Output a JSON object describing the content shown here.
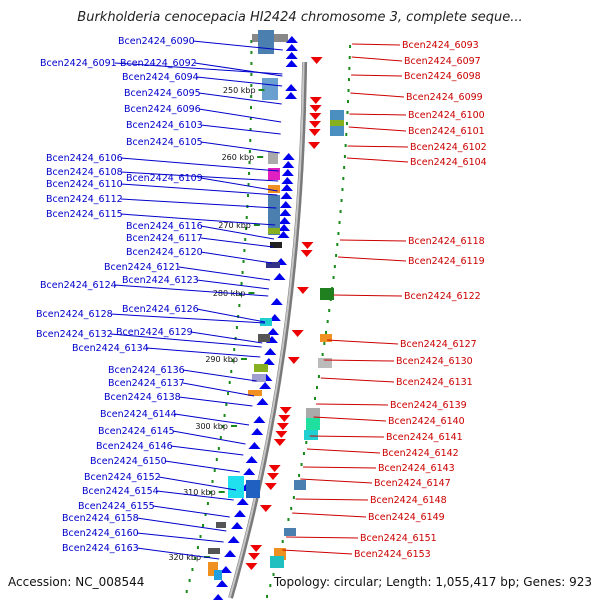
{
  "title": "Burkholderia cenocepacia HI2424 chromosome 3, complete seque...",
  "footer": {
    "accession": "Accession: NC_008544",
    "summary": "Topology: circular; Length: 1,055,417 bp; Genes: 923"
  },
  "colors": {
    "left_label": "#0000cc",
    "right_label": "#cc0000",
    "forward_arrow": "#0000ee",
    "reverse_arrow": "#ee0000"
  },
  "scale_marks": [
    "250 kbp",
    "260 kbp",
    "270 kbp",
    "280 kbp",
    "290 kbp",
    "300 kbp",
    "310 kbp",
    "320 kbp"
  ],
  "left_genes": [
    "Bcen2424_6090",
    "Bcen2424_6091",
    "Bcen2424_6092",
    "Bcen2424_6094",
    "Bcen2424_6095",
    "Bcen2424_6096",
    "Bcen2424_6103",
    "Bcen2424_6105",
    "Bcen2424_6106",
    "Bcen2424_6108",
    "Bcen2424_6110",
    "Bcen2424_6109",
    "Bcen2424_6112",
    "Bcen2424_6115",
    "Bcen2424_6116",
    "Bcen2424_6117",
    "Bcen2424_6120",
    "Bcen2424_6121",
    "Bcen2424_6123",
    "Bcen2424_6124",
    "Bcen2424_6126",
    "Bcen2424_6128",
    "Bcen2424_6129",
    "Bcen2424_6132",
    "Bcen2424_6134",
    "Bcen2424_6136",
    "Bcen2424_6137",
    "Bcen2424_6138",
    "Bcen2424_6144",
    "Bcen2424_6145",
    "Bcen2424_6146",
    "Bcen2424_6150",
    "Bcen2424_6152",
    "Bcen2424_6154",
    "Bcen2424_6155",
    "Bcen2424_6158",
    "Bcen2424_6160",
    "Bcen2424_6163"
  ],
  "right_genes": [
    "Bcen2424_6093",
    "Bcen2424_6097",
    "Bcen2424_6098",
    "Bcen2424_6099",
    "Bcen2424_6100",
    "Bcen2424_6101",
    "Bcen2424_6102",
    "Bcen2424_6104",
    "Bcen2424_6118",
    "Bcen2424_6119",
    "Bcen2424_6122",
    "Bcen2424_6127",
    "Bcen2424_6130",
    "Bcen2424_6131",
    "Bcen2424_6139",
    "Bcen2424_6140",
    "Bcen2424_6141",
    "Bcen2424_6142",
    "Bcen2424_6143",
    "Bcen2424_6147",
    "Bcen2424_6148",
    "Bcen2424_6149",
    "Bcen2424_6151",
    "Bcen2424_6153"
  ]
}
